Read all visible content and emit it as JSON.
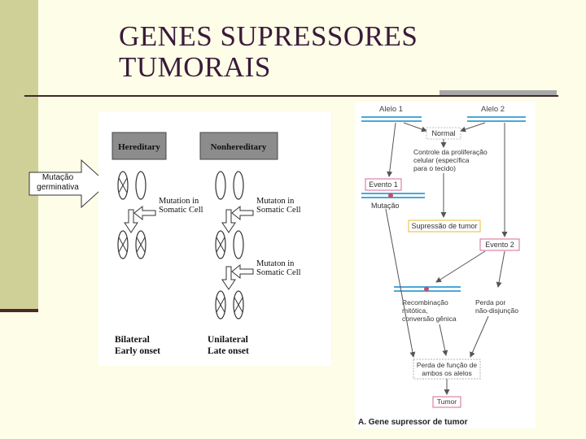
{
  "slide": {
    "title_line1": "GENES SUPRESSORES",
    "title_line2": "TUMORAIS",
    "callout_line1": "Mutação",
    "callout_line2": "germinativa"
  },
  "left_figure": {
    "hereditary_label": "Hereditary",
    "nonhereditary_label": "Nonhereditary",
    "mutation_in_1": "Mutation in",
    "somatic_cell_1": "Somatic Cell",
    "mutation_in_2": "Mutaton in",
    "somatic_cell_2": "Somatic Cell",
    "mutation_in_3": "Mutaton in",
    "somatic_cell_3": "Somatic Cell",
    "bilateral": "Bilateral",
    "early_onset": "Early onset",
    "unilateral": "Unilateral",
    "late_onset": "Late onset"
  },
  "right_figure": {
    "allele1": "Alelo 1",
    "allele2": "Alelo 2",
    "normal": "Normal",
    "control_line1": "Controle da proliferação",
    "control_line2": "celular (específica",
    "control_line3": "para o tecido)",
    "event1": "Evento 1",
    "mutation": "Mutação",
    "suppression": "Supressão de tumor",
    "event2": "Evento 2",
    "recomb_line1": "Recombinação",
    "recomb_line2": "mitótica,",
    "recomb_line3": "conversão gênica",
    "loss_line1": "Perda por",
    "loss_line2": "não-disjunção",
    "func_loss_line1": "Perda de função de",
    "func_loss_line2": "ambos os alelos",
    "tumor": "Tumor",
    "caption": "A. Gene supressor de tumor"
  },
  "colors": {
    "background": "#fdfde8",
    "sidebar": "#cfcf98",
    "title": "#3a1a3a",
    "header_box": "#8c8c8c",
    "chromosome_blue": "#4aa8d8",
    "event_box": "#d46a9a",
    "suppression_box": "#e8c85a"
  }
}
